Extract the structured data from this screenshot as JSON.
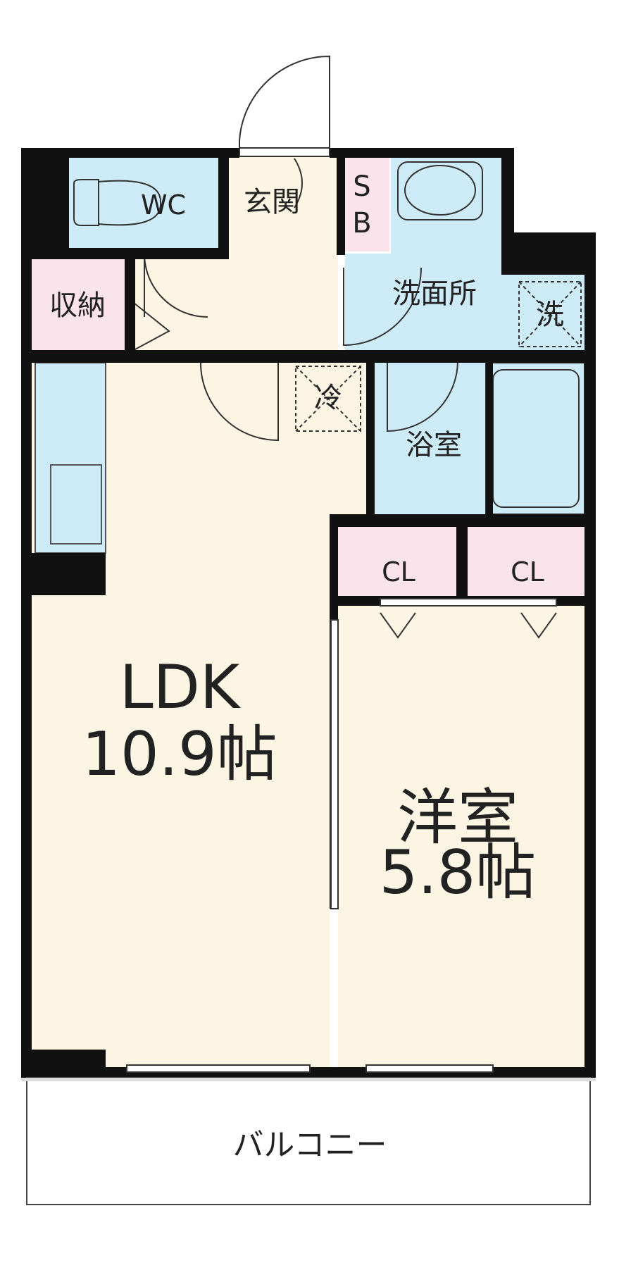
{
  "rooms": {
    "wc": "WC",
    "genkan": "玄関",
    "sb_s": "S",
    "sb_b": "B",
    "shuno": "収納",
    "senmenjo": "洗面所",
    "sentaku": "洗",
    "reizo": "冷",
    "yokushitsu": "浴室",
    "cl_left": "CL",
    "cl_right": "CL",
    "ldk_name": "LDK",
    "ldk_size": "10.9帖",
    "yoshitsu_name": "洋室",
    "yoshitsu_size": "5.8帖",
    "balcony": "バルコニー"
  },
  "colors": {
    "wall": "#111111",
    "wood_floor": "#fdf5e3",
    "wet_area": "#cdeaf7",
    "storage": "#fbe3ec",
    "background": "#ffffff"
  }
}
